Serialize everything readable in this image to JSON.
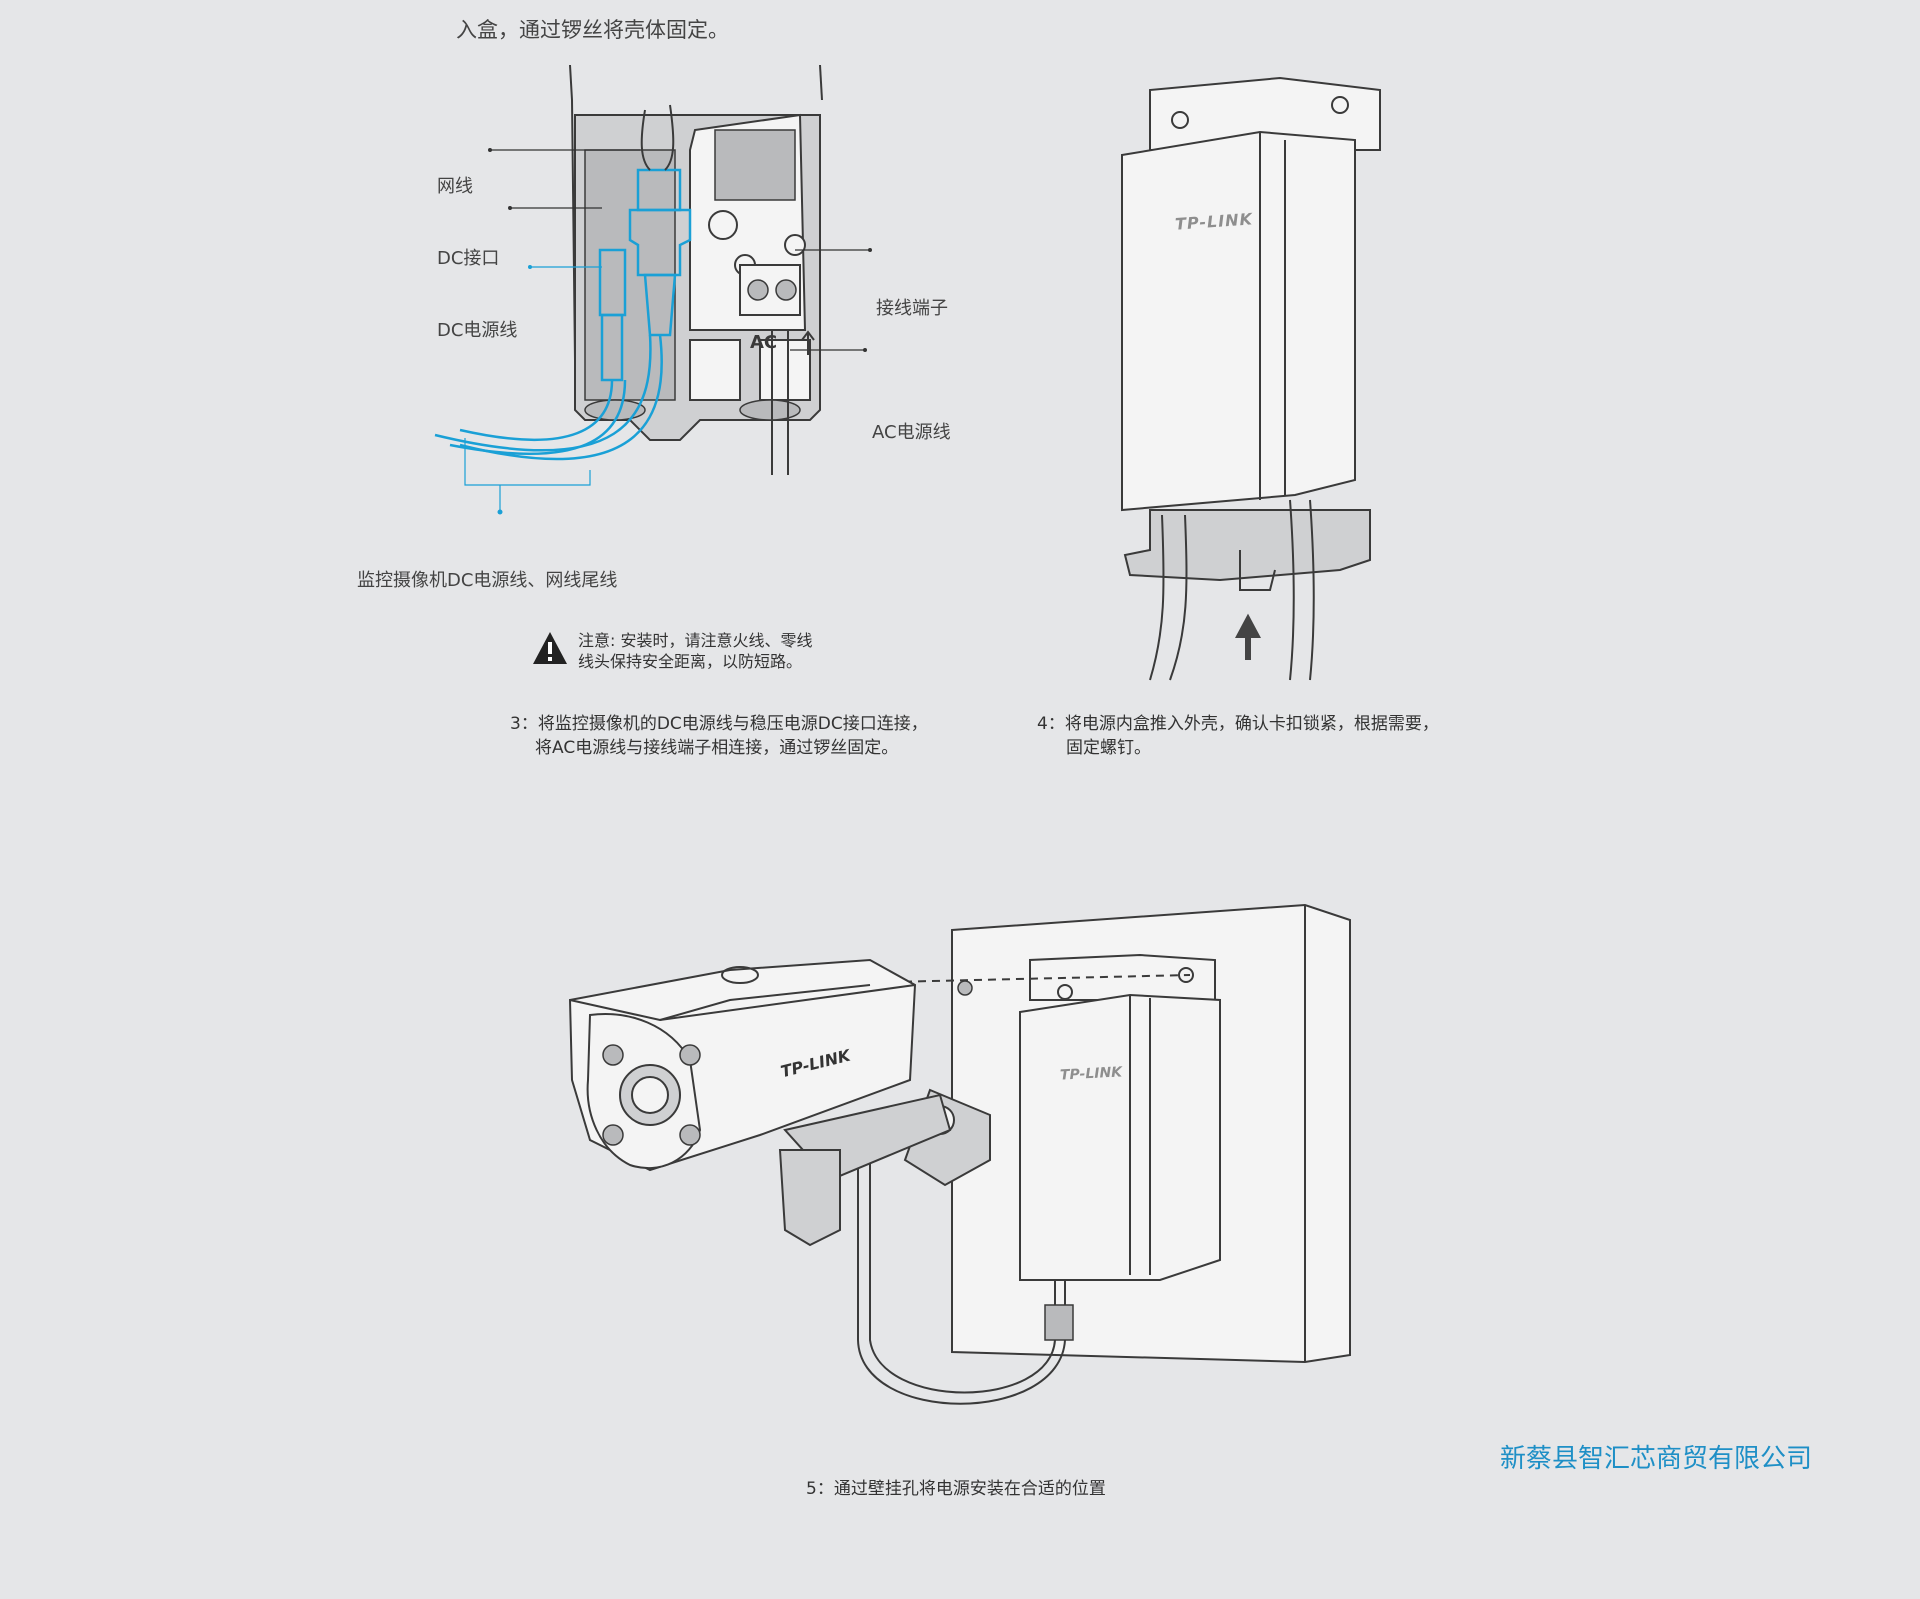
{
  "intro_fragment": "入盒，通过锣丝将壳体固定。",
  "fig3": {
    "labels": {
      "network_cable": "网线",
      "dc_port": "DC接口",
      "dc_power_cable": "DC电源线",
      "terminal_block": "接线端子",
      "ac_power_cable": "AC电源线",
      "camera_tails": "监控摄像机DC电源线、网线尾线",
      "ac_marking": "AC"
    },
    "warning": {
      "line1": "注意: 安装时，请注意火线、零线",
      "line2": "线头保持安全距离，以防短路。"
    },
    "step": {
      "line1": "3：将监控摄像机的DC电源线与稳压电源DC接口连接，",
      "line2": "将AC电源线与接线端子相连接，通过锣丝固定。"
    }
  },
  "fig4": {
    "brand": "TP-LINK",
    "step": {
      "line1": "4：将电源内盒推入外壳，确认卡扣锁紧，根据需要，",
      "line2": "固定螺钉。"
    }
  },
  "fig5": {
    "camera_brand": "TP-LINK",
    "box_brand": "TP-LINK",
    "step": "5：通过壁挂孔将电源安装在合适的位置"
  },
  "company": "新蔡县智汇芯商贸有限公司",
  "colors": {
    "background": "#e5e6e8",
    "accent": "#1e8fc6",
    "highlight": "#1aa0d6",
    "line": "#3a3a3a"
  }
}
